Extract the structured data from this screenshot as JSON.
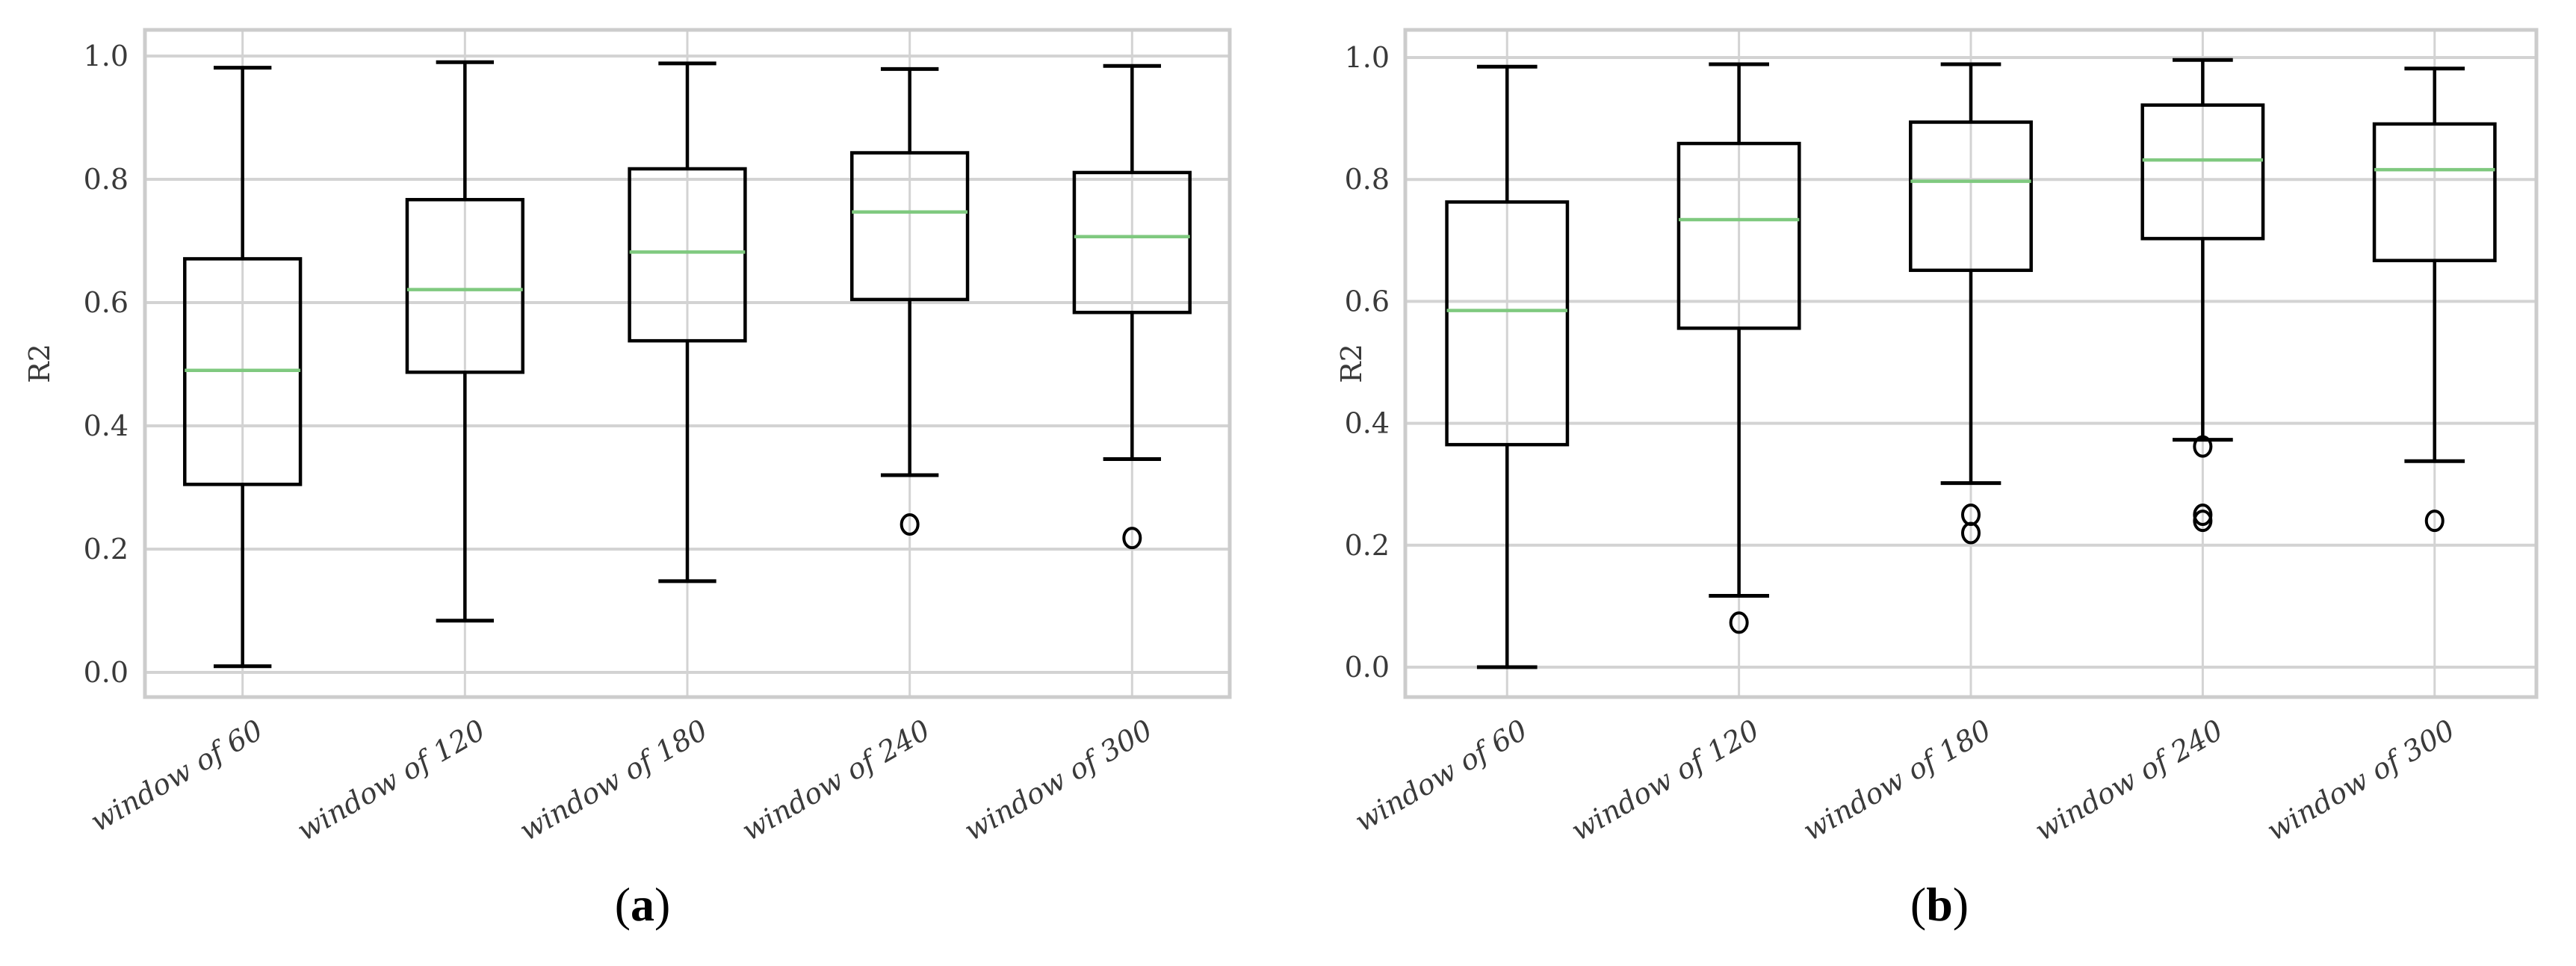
{
  "figure": {
    "panels": [
      {
        "id": "a",
        "caption_open": "(",
        "caption_letter": "a",
        "caption_close": ")"
      },
      {
        "id": "b",
        "caption_open": "(",
        "caption_letter": "b",
        "caption_close": ")"
      }
    ]
  },
  "colors": {
    "box": "#000000",
    "median": "#7fc97f",
    "grid": "#d3d3d3",
    "frame": "#cccccc",
    "tick_text": "#3a3a3a"
  },
  "chart_data": [
    {
      "type": "boxplot",
      "panel": "(a)",
      "title": "",
      "xlabel": "",
      "ylabel": "R2",
      "ylim": [
        -0.04,
        1.04
      ],
      "yticks": [
        "0.0",
        "0.2",
        "0.4",
        "0.6",
        "0.8",
        "1.0"
      ],
      "grid": true,
      "categories": [
        "window of 60",
        "window of 120",
        "window of 180",
        "window of 240",
        "window of 300"
      ],
      "boxes": [
        {
          "whisker_low": 0.01,
          "q1": 0.305,
          "median": 0.49,
          "q3": 0.671,
          "whisker_high": 0.981,
          "outliers": []
        },
        {
          "whisker_low": 0.084,
          "q1": 0.487,
          "median": 0.621,
          "q3": 0.767,
          "whisker_high": 0.99,
          "outliers": []
        },
        {
          "whisker_low": 0.148,
          "q1": 0.538,
          "median": 0.682,
          "q3": 0.817,
          "whisker_high": 0.988,
          "outliers": []
        },
        {
          "whisker_low": 0.32,
          "q1": 0.605,
          "median": 0.747,
          "q3": 0.843,
          "whisker_high": 0.979,
          "outliers": [
            0.24
          ]
        },
        {
          "whisker_low": 0.346,
          "q1": 0.584,
          "median": 0.707,
          "q3": 0.811,
          "whisker_high": 0.984,
          "outliers": [
            0.218
          ]
        }
      ]
    },
    {
      "type": "boxplot",
      "panel": "(b)",
      "title": "",
      "xlabel": "",
      "ylabel": "R2",
      "ylim": [
        -0.04,
        1.04
      ],
      "yticks": [
        "0.0",
        "0.2",
        "0.4",
        "0.6",
        "0.8",
        "1.0"
      ],
      "grid": true,
      "categories": [
        "window of 60",
        "window of 120",
        "window of 180",
        "window of 240",
        "window of 300"
      ],
      "boxes": [
        {
          "whisker_low": 0.0,
          "q1": 0.365,
          "median": 0.585,
          "q3": 0.763,
          "whisker_high": 0.985,
          "outliers": []
        },
        {
          "whisker_low": 0.117,
          "q1": 0.556,
          "median": 0.734,
          "q3": 0.859,
          "whisker_high": 0.989,
          "outliers": [
            0.073
          ]
        },
        {
          "whisker_low": 0.302,
          "q1": 0.651,
          "median": 0.797,
          "q3": 0.894,
          "whisker_high": 0.989,
          "outliers": [
            0.25,
            0.22
          ]
        },
        {
          "whisker_low": 0.373,
          "q1": 0.703,
          "median": 0.832,
          "q3": 0.922,
          "whisker_high": 0.996,
          "outliers": [
            0.362,
            0.25,
            0.24
          ]
        },
        {
          "whisker_low": 0.338,
          "q1": 0.667,
          "median": 0.816,
          "q3": 0.891,
          "whisker_high": 0.982,
          "outliers": [
            0.24
          ]
        }
      ]
    }
  ]
}
